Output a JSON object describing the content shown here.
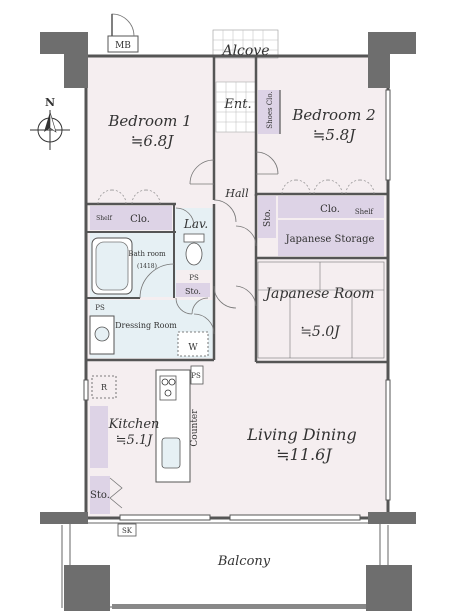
{
  "floorplan": {
    "compass_label": "N",
    "meter_box": "MB",
    "alcove": "Alcove",
    "entrance": "Ent.",
    "shoes_closet": "Shoes Clo.",
    "hall": "Hall",
    "bedroom1": {
      "name": "Bedroom 1",
      "size": "≒6.8J"
    },
    "bedroom2": {
      "name": "Bedroom 2",
      "size": "≒5.8J"
    },
    "closet1": "Clo.",
    "closet2": "Clo.",
    "shelf1": "Shelf",
    "shelf2": "Shelf",
    "storage_hall": "Sto.",
    "japanese_storage": "Japanese Storage",
    "lavatory": "Lav.",
    "bathroom": {
      "name": "Bath room",
      "size": "(1418)"
    },
    "ps1": "PS",
    "ps2": "PS",
    "ps3": "PS",
    "storage_lav": "Sto.",
    "dressing_room": "Dressing Room",
    "washer": "W",
    "japanese_room": {
      "name": "Japanese Room",
      "size": "≒5.0J"
    },
    "refrigerator": "R",
    "kitchen": {
      "name": "Kitchen",
      "size": "≒5.1J"
    },
    "counter": "Counter",
    "living_dining": {
      "name": "Living Dining",
      "size": "≒11.6J"
    },
    "storage_kitchen": "Sto.",
    "sk": "SK",
    "balcony": "Balcony"
  },
  "colors": {
    "room_fill": "#f5eef0",
    "wet_fill": "#e6f0f4",
    "storage_fill": "#ddd3e6",
    "wall": "#555555",
    "column": "#6e6e6e"
  }
}
